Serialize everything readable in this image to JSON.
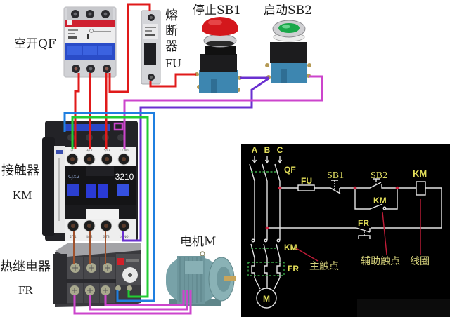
{
  "photo_labels": {
    "breaker": "空开QF",
    "fuse_chars": [
      "熔",
      "断",
      "器"
    ],
    "fuse_code": "FU",
    "stop_button": "停止SB1",
    "start_button": "启动SB2",
    "contactor": "接触器",
    "contactor_code": "KM",
    "overload_relay": "热继电器",
    "overload_code": "FR",
    "motor": "电机M"
  },
  "contactor": {
    "model": "CJX2",
    "rating": "3210",
    "top_terminals": [
      "1/L1",
      "3/L2",
      "5/L3",
      "13 NO"
    ],
    "bottom_terminals": [
      "2/T1",
      "4/T2",
      "6/T3",
      "14 NO"
    ]
  },
  "buttons": {
    "stop_cap_color": "#d4171c",
    "start_cap_color": "#1aa84a"
  },
  "wire_colors": {
    "red": "#e01a1a",
    "blue": "#1f7fe0",
    "green": "#22cc33",
    "purple": "#6a30d0",
    "magenta": "#cc44cc",
    "brown": "#a0522d"
  },
  "schematic": {
    "phases": [
      "A",
      "B",
      "C"
    ],
    "labels": {
      "qf": "QF",
      "fu": "FU",
      "sb1": "SB1",
      "sb2": "SB2",
      "km_coil": "KM",
      "km_aux": "KM",
      "fr_aux": "FR",
      "km_main": "KM",
      "fr_main": "FR",
      "motor": "M"
    },
    "annotations": {
      "main_contact": "主触点",
      "aux_contact": "辅助触点",
      "coil": "线圈"
    }
  }
}
